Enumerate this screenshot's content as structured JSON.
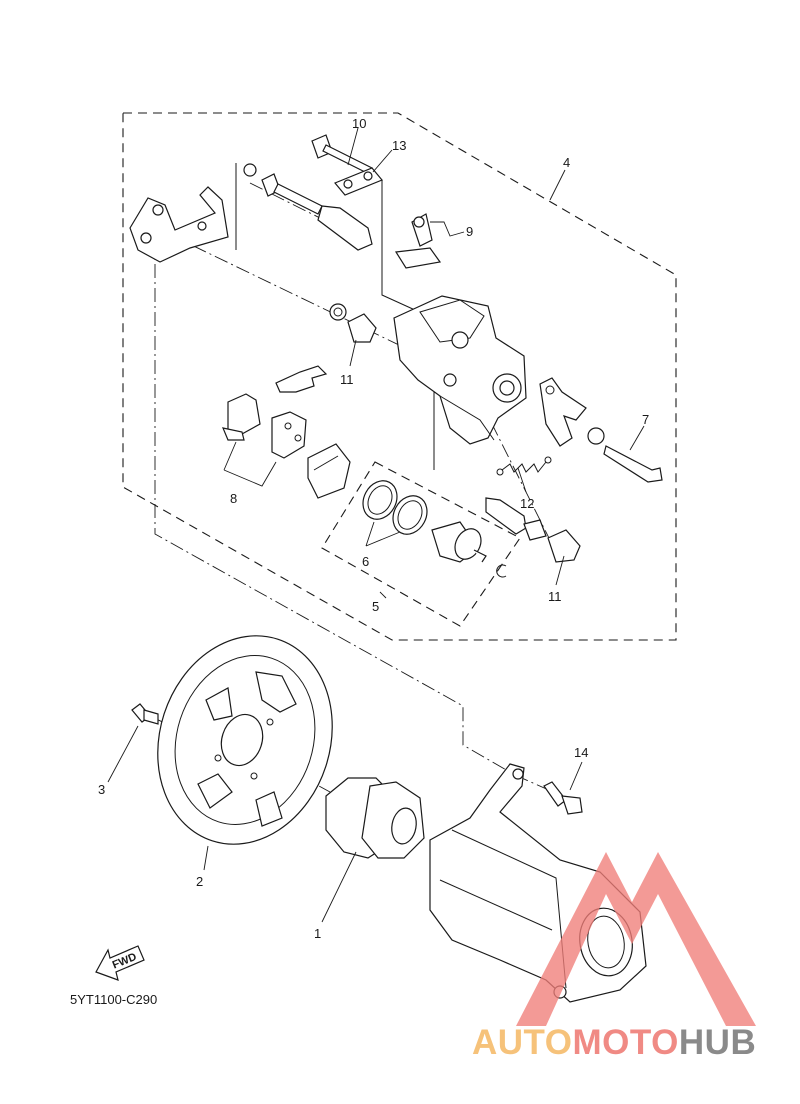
{
  "diagram": {
    "part_labels": {
      "p1": "1",
      "p2": "2",
      "p3": "3",
      "p4": "4",
      "p5": "5",
      "p6": "6",
      "p7": "7",
      "p8": "8",
      "p9": "9",
      "p10": "10",
      "p11a": "11",
      "p11b": "11",
      "p12": "12",
      "p13": "13",
      "p14": "14"
    },
    "fwd_label": "FWD",
    "diagram_code": "5YT1100-C290"
  },
  "watermark": {
    "part1": "AUTO",
    "part2": "MOTO",
    "part3": "HUB",
    "colors": {
      "auto": "#f6c27a",
      "moto": "#f08a84",
      "hub": "#8a8a8a",
      "logo": "#ef7d78"
    }
  }
}
